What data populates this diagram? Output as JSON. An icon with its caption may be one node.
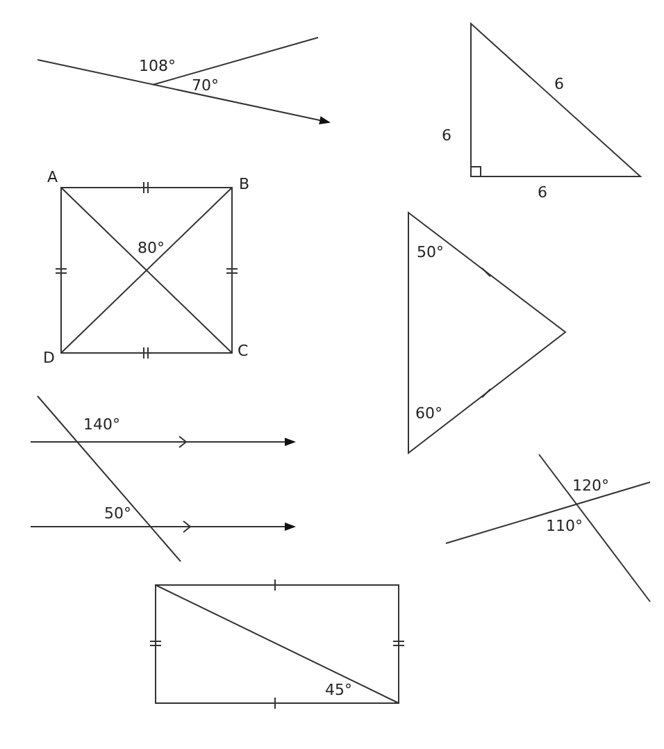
{
  "diagram": {
    "labels": [
      "108°",
      "70°",
      "6",
      "6",
      "A",
      "B",
      "6",
      "80°",
      "50°",
      "D",
      "C",
      "140°",
      "60°",
      "120°",
      "50°",
      "110°",
      "45°"
    ]
  }
}
